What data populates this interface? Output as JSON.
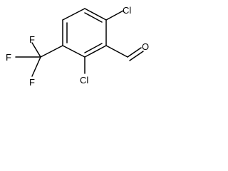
{
  "molecule": {
    "atoms": {
      "cl_top": "Cl",
      "cl_bottom": "Cl",
      "aldehyde_o": "O",
      "f_top": "F",
      "f_left": "F",
      "f_bottom": "F"
    }
  },
  "colors": {
    "bond": "#000000",
    "label": "#000000",
    "background": "#ffffff"
  }
}
